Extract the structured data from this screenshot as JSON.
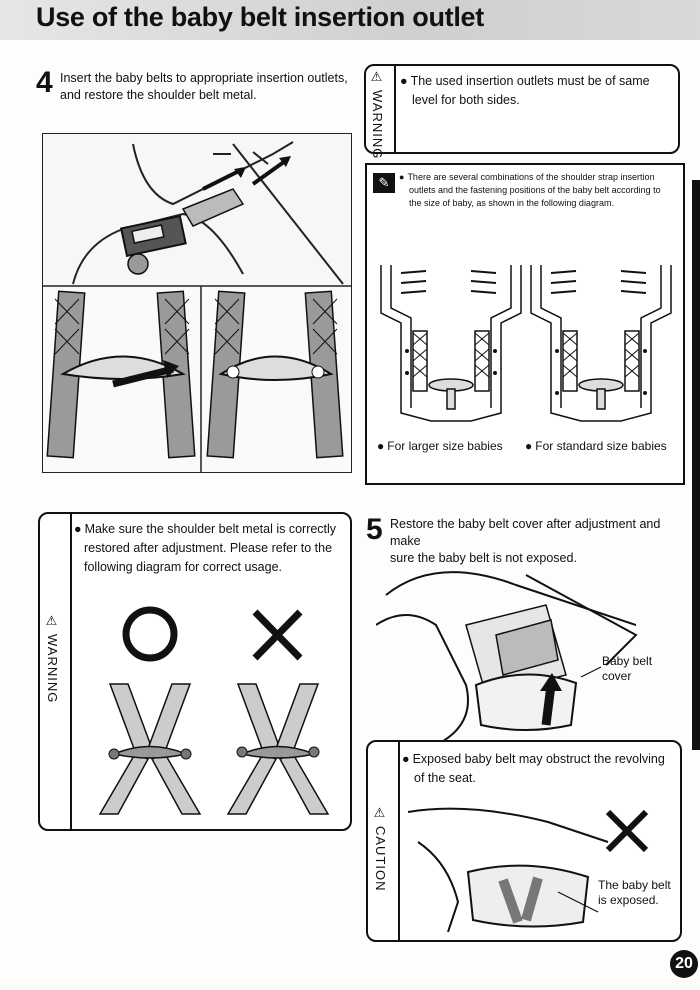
{
  "title": "Use of the baby belt insertion outlet",
  "step4": {
    "number": "4",
    "text_line1": "Insert the baby belts to appropriate insertion outlets,",
    "text_line2": "and restore the shoulder belt metal."
  },
  "warning_top": {
    "label": "WARNING",
    "line1": "The used insertion outlets must be of same",
    "line2": "level for both sides."
  },
  "info_box": {
    "icon": "note-pencil-icon",
    "line1": "There are several combinations of the shoulder strap insertion",
    "line2": "outlets and the fastening positions of the baby belt according to",
    "line3": "the size of baby, as shown in the following diagram.",
    "caption_larger": "For larger size babies",
    "caption_standard": "For standard size babies"
  },
  "warning_left": {
    "label": "WARNING",
    "line1": "Make sure the shoulder belt metal is correctly",
    "line2": "restored after adjustment. Please refer to the",
    "line3": "following diagram for correct usage.",
    "correct_symbol": "circle-correct-icon",
    "incorrect_symbol": "cross-incorrect-icon"
  },
  "step5": {
    "number": "5",
    "text_line1": "Restore the baby belt cover after adjustment and make",
    "text_line2": "sure the baby belt is not exposed.",
    "callout_line1": "Baby belt",
    "callout_line2": "cover"
  },
  "caution": {
    "label": "CAUTION",
    "line1": "Exposed baby belt may obstruct the revolving",
    "line2": "of the seat.",
    "callout_line1": "The baby belt",
    "callout_line2": "is exposed."
  },
  "page_number": "20"
}
